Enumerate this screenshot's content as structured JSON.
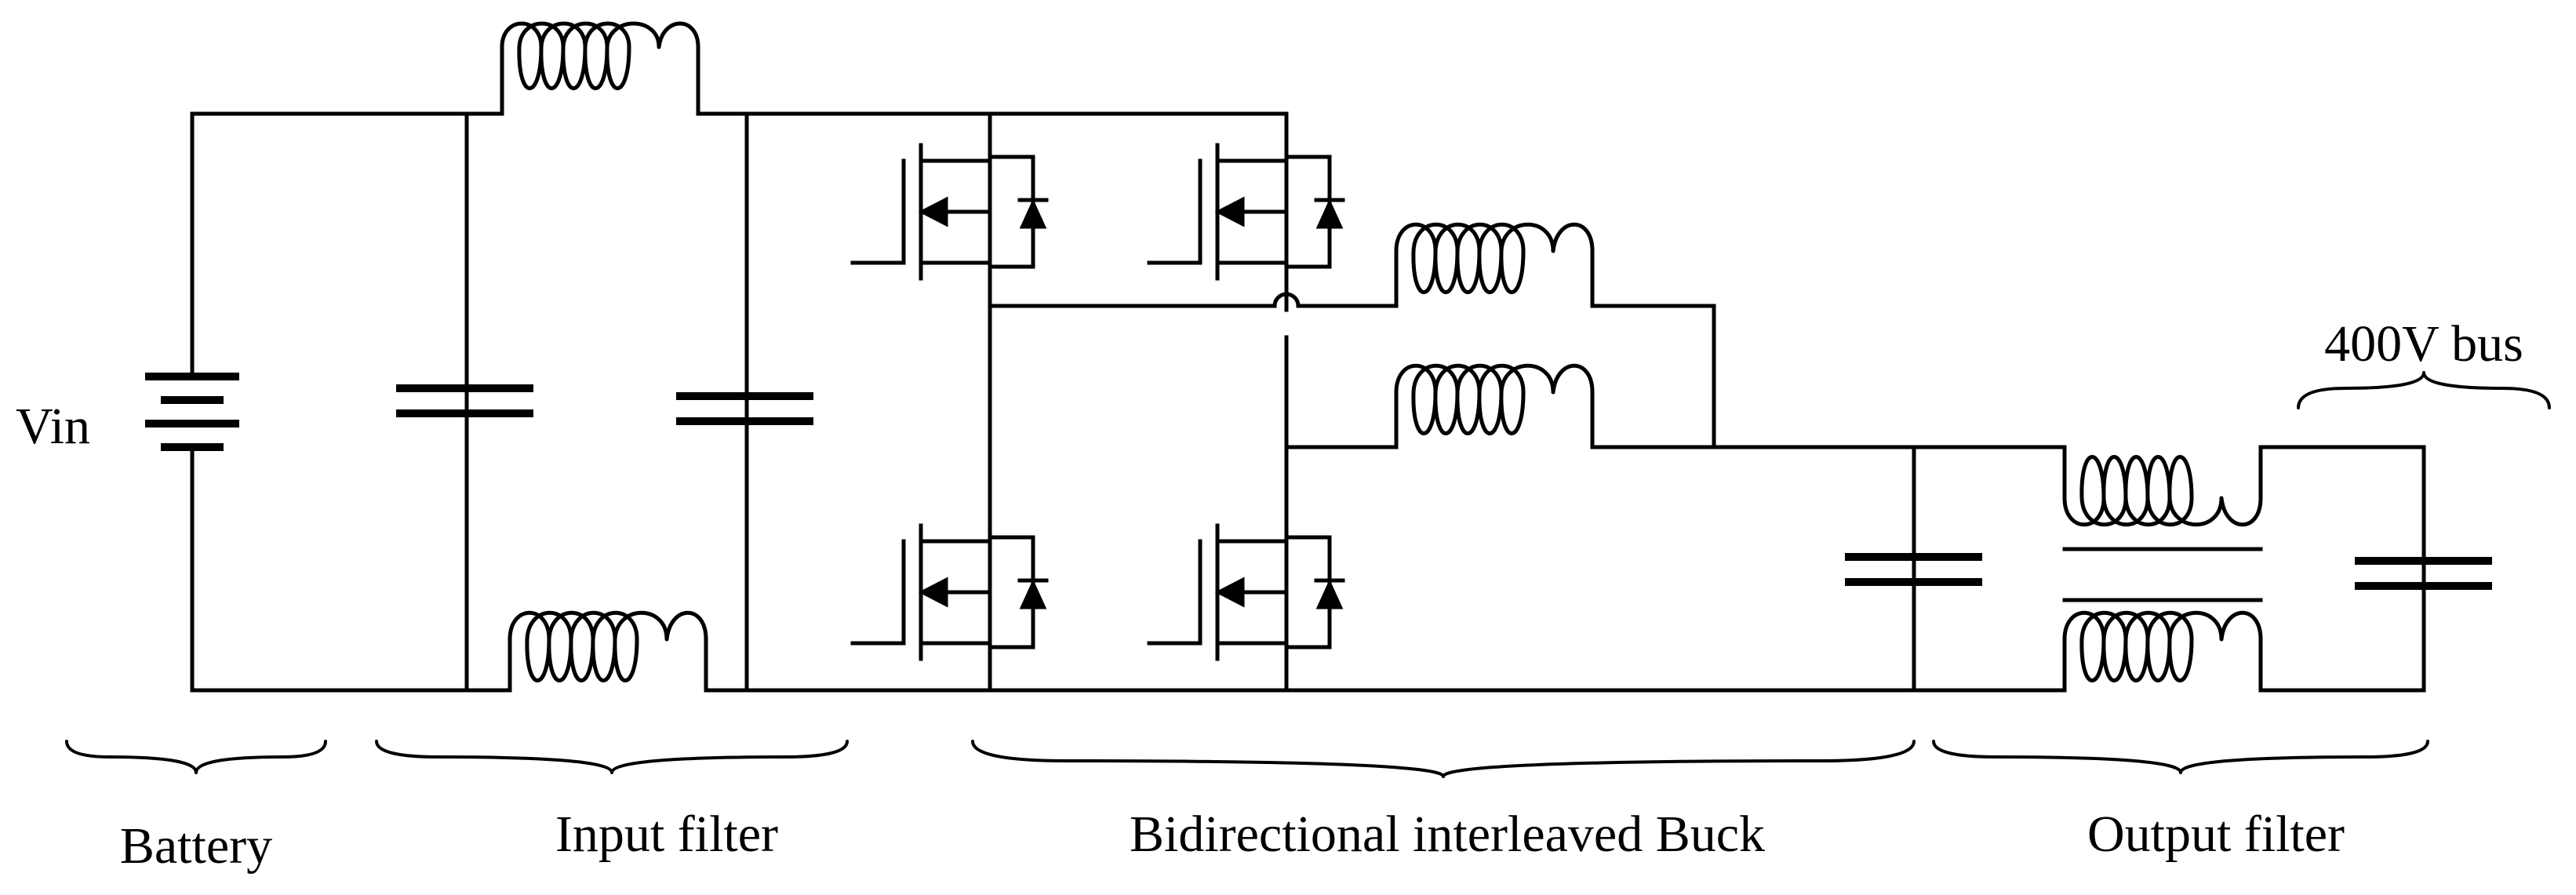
{
  "labels": {
    "vin": "Vin",
    "battery": "Battery",
    "input_filter": "Input filter",
    "buck": "Bidirectional interleaved Buck",
    "output_filter": "Output filter",
    "bus": "400V bus"
  }
}
